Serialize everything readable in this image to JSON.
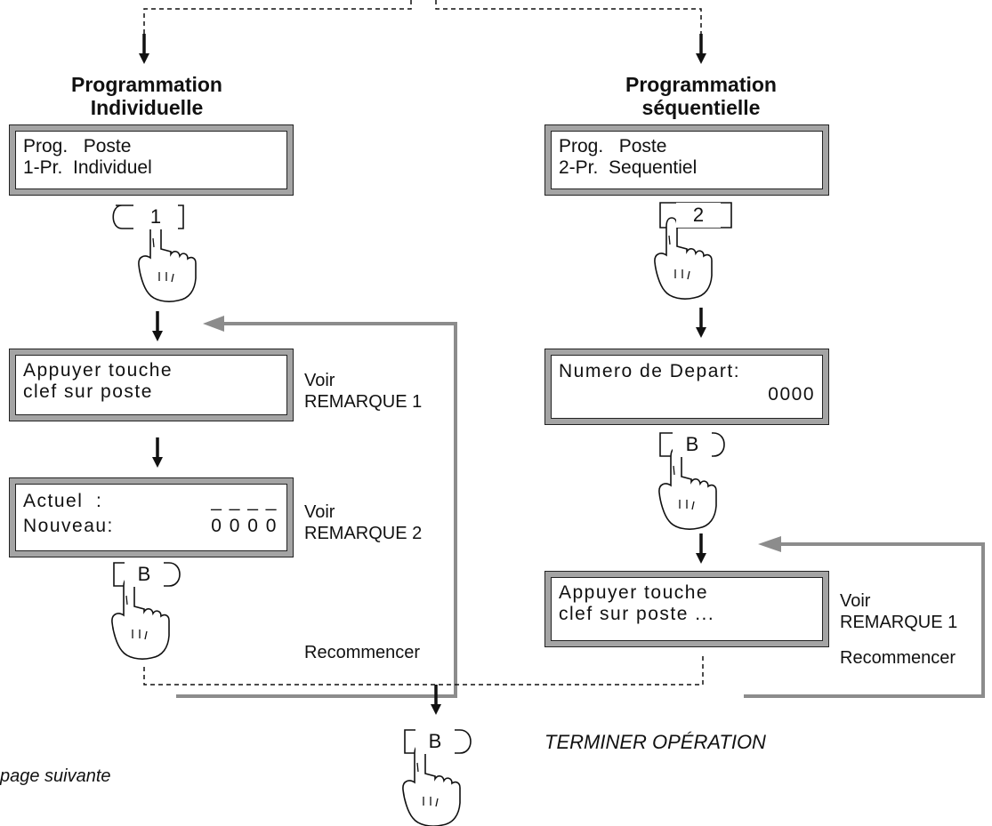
{
  "branches": {
    "individual": {
      "heading": [
        "Programmation",
        "Individuelle"
      ],
      "screen1": [
        "Prog.   Poste",
        "1-Pr.  Individuel"
      ],
      "key1": "1",
      "screen2": [
        "Appuyer touche",
        "clef sur poste"
      ],
      "note2": [
        "Voir",
        "REMARQUE 1"
      ],
      "screen3": {
        "row1_label": "Actuel  :",
        "row1_value": "_ _ _ _",
        "row2_label": "Nouveau:",
        "row2_value": "0 0 0 0"
      },
      "note3": [
        "Voir",
        "REMARQUE 2"
      ],
      "key2": "B",
      "loop_label": "Recommencer"
    },
    "sequential": {
      "heading": [
        "Programmation",
        "séquentielle"
      ],
      "screen1": [
        "Prog.   Poste",
        "2-Pr.  Sequentiel"
      ],
      "key1": "2",
      "screen2": {
        "line1": "Numero de Depart:",
        "line2": "0000"
      },
      "key2": "B",
      "screen3": [
        "Appuyer touche",
        "clef sur poste ..."
      ],
      "note3": [
        "Voir",
        "REMARQUE 1"
      ],
      "loop_label": "Recommencer"
    }
  },
  "final": {
    "key": "B",
    "label": "TERMINER OPÉRATION"
  },
  "footer": {
    "continued": "page suivante"
  },
  "colors": {
    "lcd_frame": "#a4a4a4",
    "loop_line": "#8c8c8c",
    "ink": "#111111"
  }
}
